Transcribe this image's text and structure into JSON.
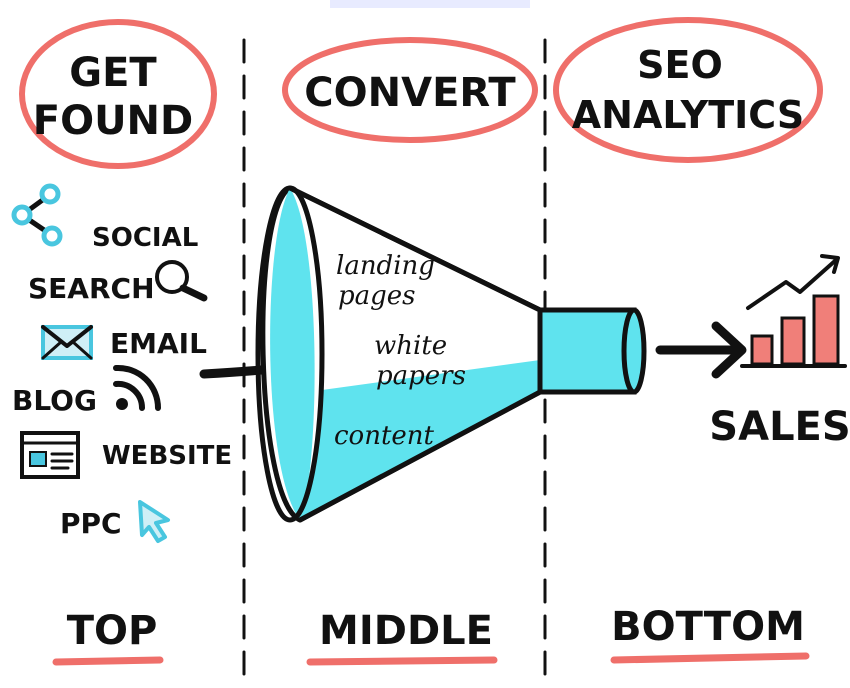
{
  "colors": {
    "ink": "#111111",
    "accent_red": "#ef6f6a",
    "funnel_cyan": "#5fe3ee",
    "icon_blue": "#49c6df",
    "bar_red": "#f07f79"
  },
  "stages": [
    {
      "heading_line1": "GET",
      "heading_line2": "FOUND",
      "label": "TOP"
    },
    {
      "heading_line1": "CONVERT",
      "heading_line2": "",
      "label": "MIDDLE"
    },
    {
      "heading_line1": "SEO",
      "heading_line2": "ANALYTICS",
      "label": "BOTTOM"
    }
  ],
  "channels": [
    {
      "label": "SOCIAL",
      "icon": "share-icon"
    },
    {
      "label": "SEARCH",
      "icon": "magnifier-icon"
    },
    {
      "label": "EMAIL",
      "icon": "envelope-icon"
    },
    {
      "label": "BLOG",
      "icon": "rss-icon"
    },
    {
      "label": "WEBSITE",
      "icon": "webpage-icon"
    },
    {
      "label": "PPC",
      "icon": "cursor-icon"
    }
  ],
  "funnel": {
    "items": [
      "landing",
      "pages",
      "white",
      "papers",
      "content"
    ]
  },
  "outcome": {
    "label": "SALES",
    "icon": "rising-bar-chart-icon"
  }
}
